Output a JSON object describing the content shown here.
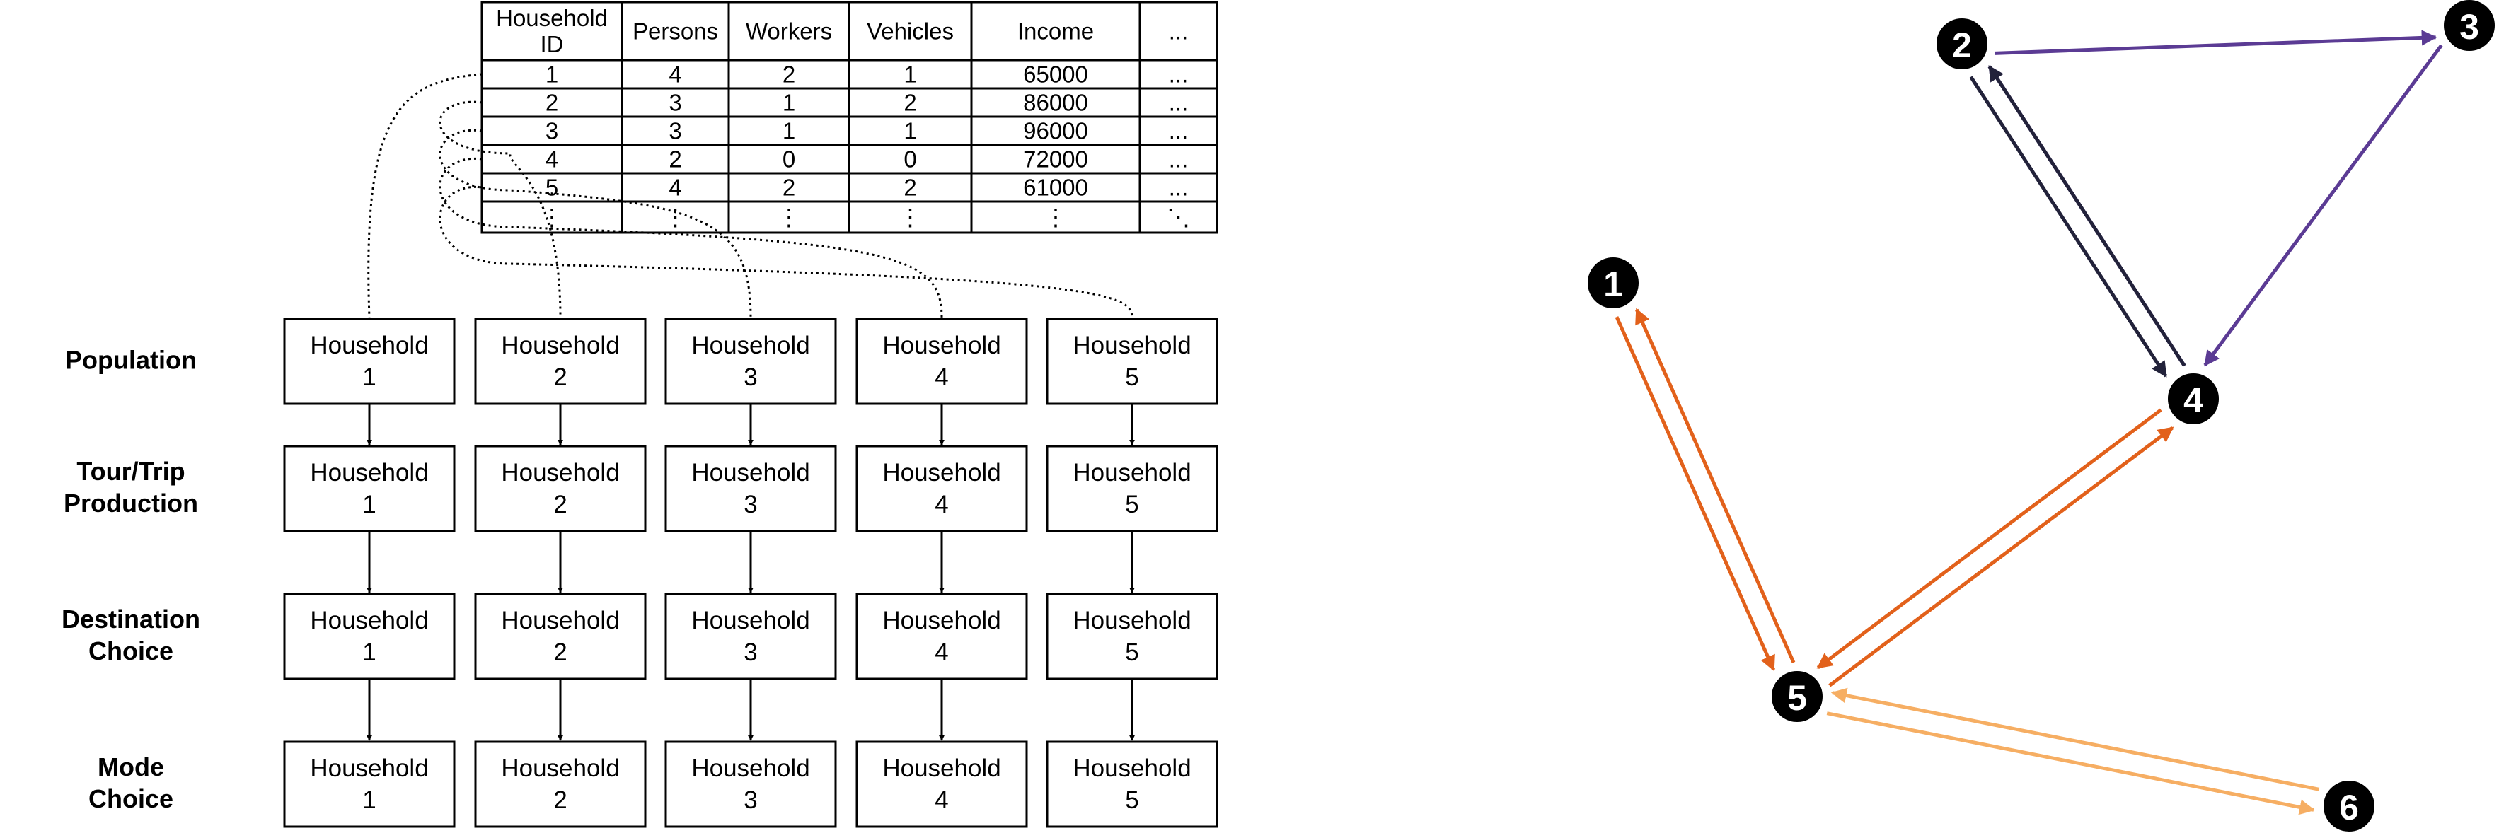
{
  "table": {
    "header": [
      "Household\nID",
      "Persons",
      "Workers",
      "Vehicles",
      "Income",
      "..."
    ],
    "rows": [
      [
        "1",
        "4",
        "2",
        "1",
        "65000",
        "..."
      ],
      [
        "2",
        "3",
        "1",
        "2",
        "86000",
        "..."
      ],
      [
        "3",
        "3",
        "1",
        "1",
        "96000",
        "..."
      ],
      [
        "4",
        "2",
        "0",
        "0",
        "72000",
        "..."
      ],
      [
        "5",
        "4",
        "2",
        "2",
        "61000",
        "..."
      ],
      [
        "⋮",
        "⋮",
        "⋮",
        "⋮",
        "⋮",
        "⋱"
      ]
    ]
  },
  "stages": [
    {
      "label": "Population"
    },
    {
      "label": "Tour/Trip\nProduction"
    },
    {
      "label": "Destination\nChoice"
    },
    {
      "label": "Mode\nChoice"
    }
  ],
  "box_label": "Household",
  "households": [
    "1",
    "2",
    "3",
    "4",
    "5"
  ],
  "network": {
    "nodes": [
      "1",
      "2",
      "3",
      "4",
      "5",
      "6"
    ],
    "colors": {
      "dark": "#22223a",
      "purple": "#5b3b94",
      "orange": "#e2611b",
      "light_orange": "#f6ae63"
    },
    "edges": [
      {
        "from": "2",
        "to": "3",
        "color": "purple"
      },
      {
        "from": "3",
        "to": "4",
        "color": "purple"
      },
      {
        "from": "4",
        "to": "2",
        "color": "purple"
      },
      {
        "from": "2",
        "to": "4",
        "color": "dark"
      },
      {
        "from": "4",
        "to": "2",
        "color": "dark"
      },
      {
        "from": "1",
        "to": "5",
        "color": "orange"
      },
      {
        "from": "5",
        "to": "1",
        "color": "orange"
      },
      {
        "from": "4",
        "to": "5",
        "color": "orange"
      },
      {
        "from": "5",
        "to": "4",
        "color": "orange"
      },
      {
        "from": "6",
        "to": "5",
        "color": "light_orange"
      },
      {
        "from": "5",
        "to": "6",
        "color": "light_orange"
      }
    ]
  }
}
